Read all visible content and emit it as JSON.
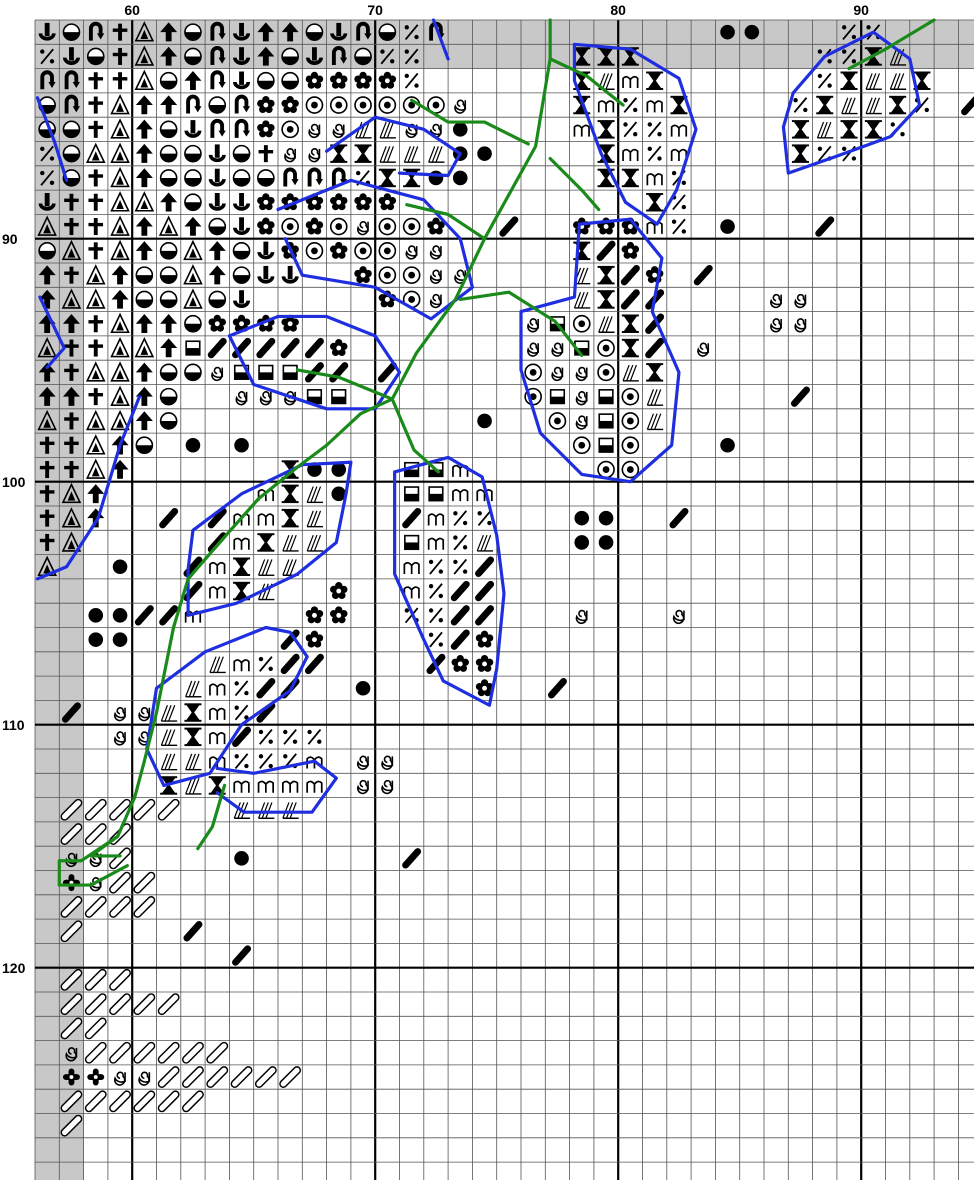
{
  "pattern": {
    "col_labels": [
      {
        "num": 60,
        "text": "60"
      },
      {
        "num": 70,
        "text": "70"
      },
      {
        "num": 80,
        "text": "80"
      },
      {
        "num": 90,
        "text": "90"
      }
    ],
    "row_labels": [
      {
        "num": 90,
        "text": "90"
      },
      {
        "num": 100,
        "text": "100"
      },
      {
        "num": 110,
        "text": "110"
      },
      {
        "num": 120,
        "text": "120"
      }
    ],
    "grid": {
      "first_col": 56,
      "last_col": 94,
      "first_row": 81,
      "last_row": 128
    },
    "colors": {
      "shaded": "#c8c8c8",
      "grid_line": "#555555",
      "major_line": "#000000",
      "backstitch_blue": "#1f2fe0",
      "backstitch_green": "#1a8a1a"
    },
    "symbols": {
      "sym_anchor": "anchor-icon",
      "sym_halfcircle": "half-circle-icon",
      "sym_return": "return-arrow-icon",
      "sym_cross": "cross-icon",
      "sym_triangle": "triangle-icon",
      "sym_up": "up-arrow-icon",
      "sym_flower": "flower-icon",
      "sym_target": "target-icon",
      "sym_spiral": "spiral-icon",
      "sym_percent": "percent-icon",
      "sym_hourglass": "hourglass-icon",
      "sym_m": "m-letter-icon",
      "sym_dot": "dot-icon",
      "sym_slash": "slash-bead-icon",
      "sym_halfsquare": "half-square-icon",
      "sym_wheat": "wheat-icon",
      "sym_outline": "outline-slash-icon",
      "sym_plus": "plus-icon"
    },
    "legend_note": ""
  }
}
